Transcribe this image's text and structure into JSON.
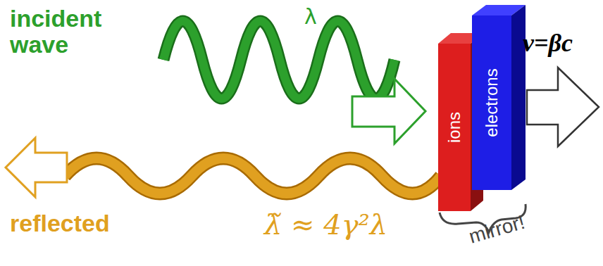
{
  "diagram": {
    "nodes": [
      {
        "text": [
          "ions"
        ]
      },
      {
        "text": [
          "electrons"
        ]
      }
    ],
    "labels": [
      "incident wave",
      "λ",
      "v=βc",
      "reflected",
      "λ̃ ≈ 4γ²λ",
      "mirror!"
    ]
  }
}
